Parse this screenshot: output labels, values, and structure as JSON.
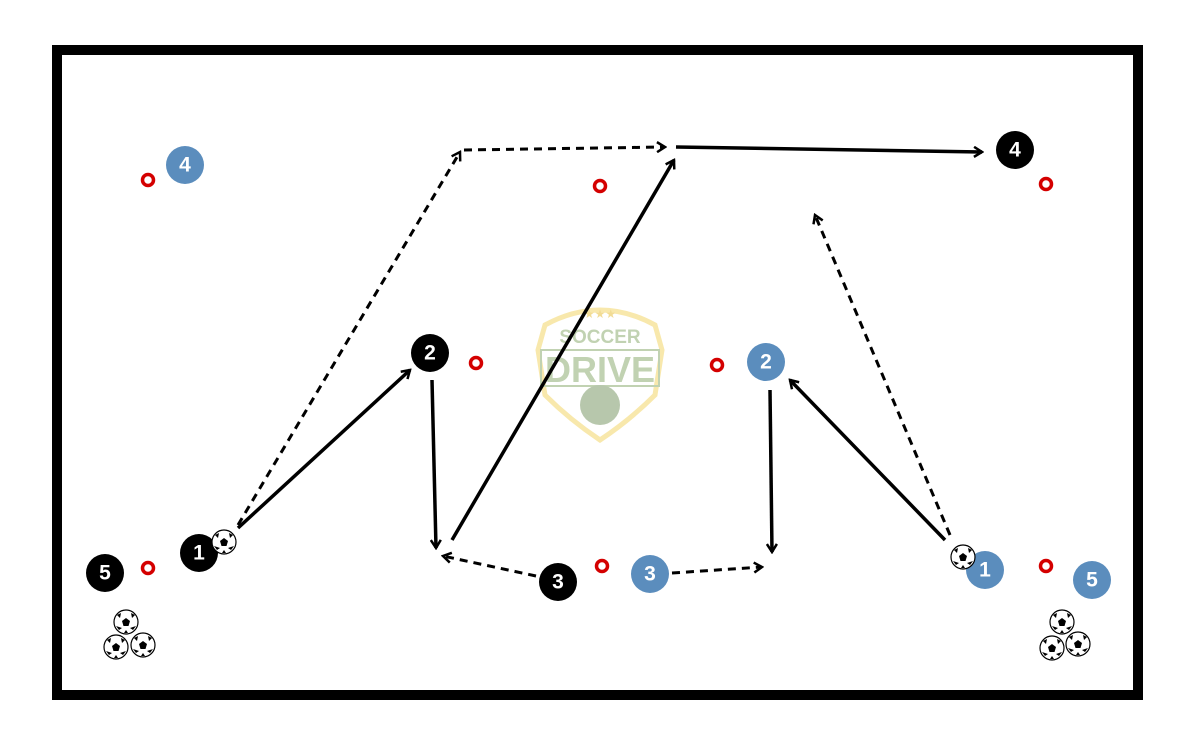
{
  "logo": {
    "line1": "SOCCER",
    "line2": "DRIVE"
  },
  "colors": {
    "team_black": "#000000",
    "team_blue": "#5b8dbd",
    "cone": "#d40000",
    "field_border": "#000000"
  },
  "players": {
    "black": [
      "1",
      "2",
      "3",
      "4",
      "5"
    ],
    "blue": [
      "1",
      "2",
      "3",
      "4",
      "5"
    ]
  },
  "icons": {
    "ball": "soccer-ball-icon",
    "cone": "cone-marker-icon"
  }
}
